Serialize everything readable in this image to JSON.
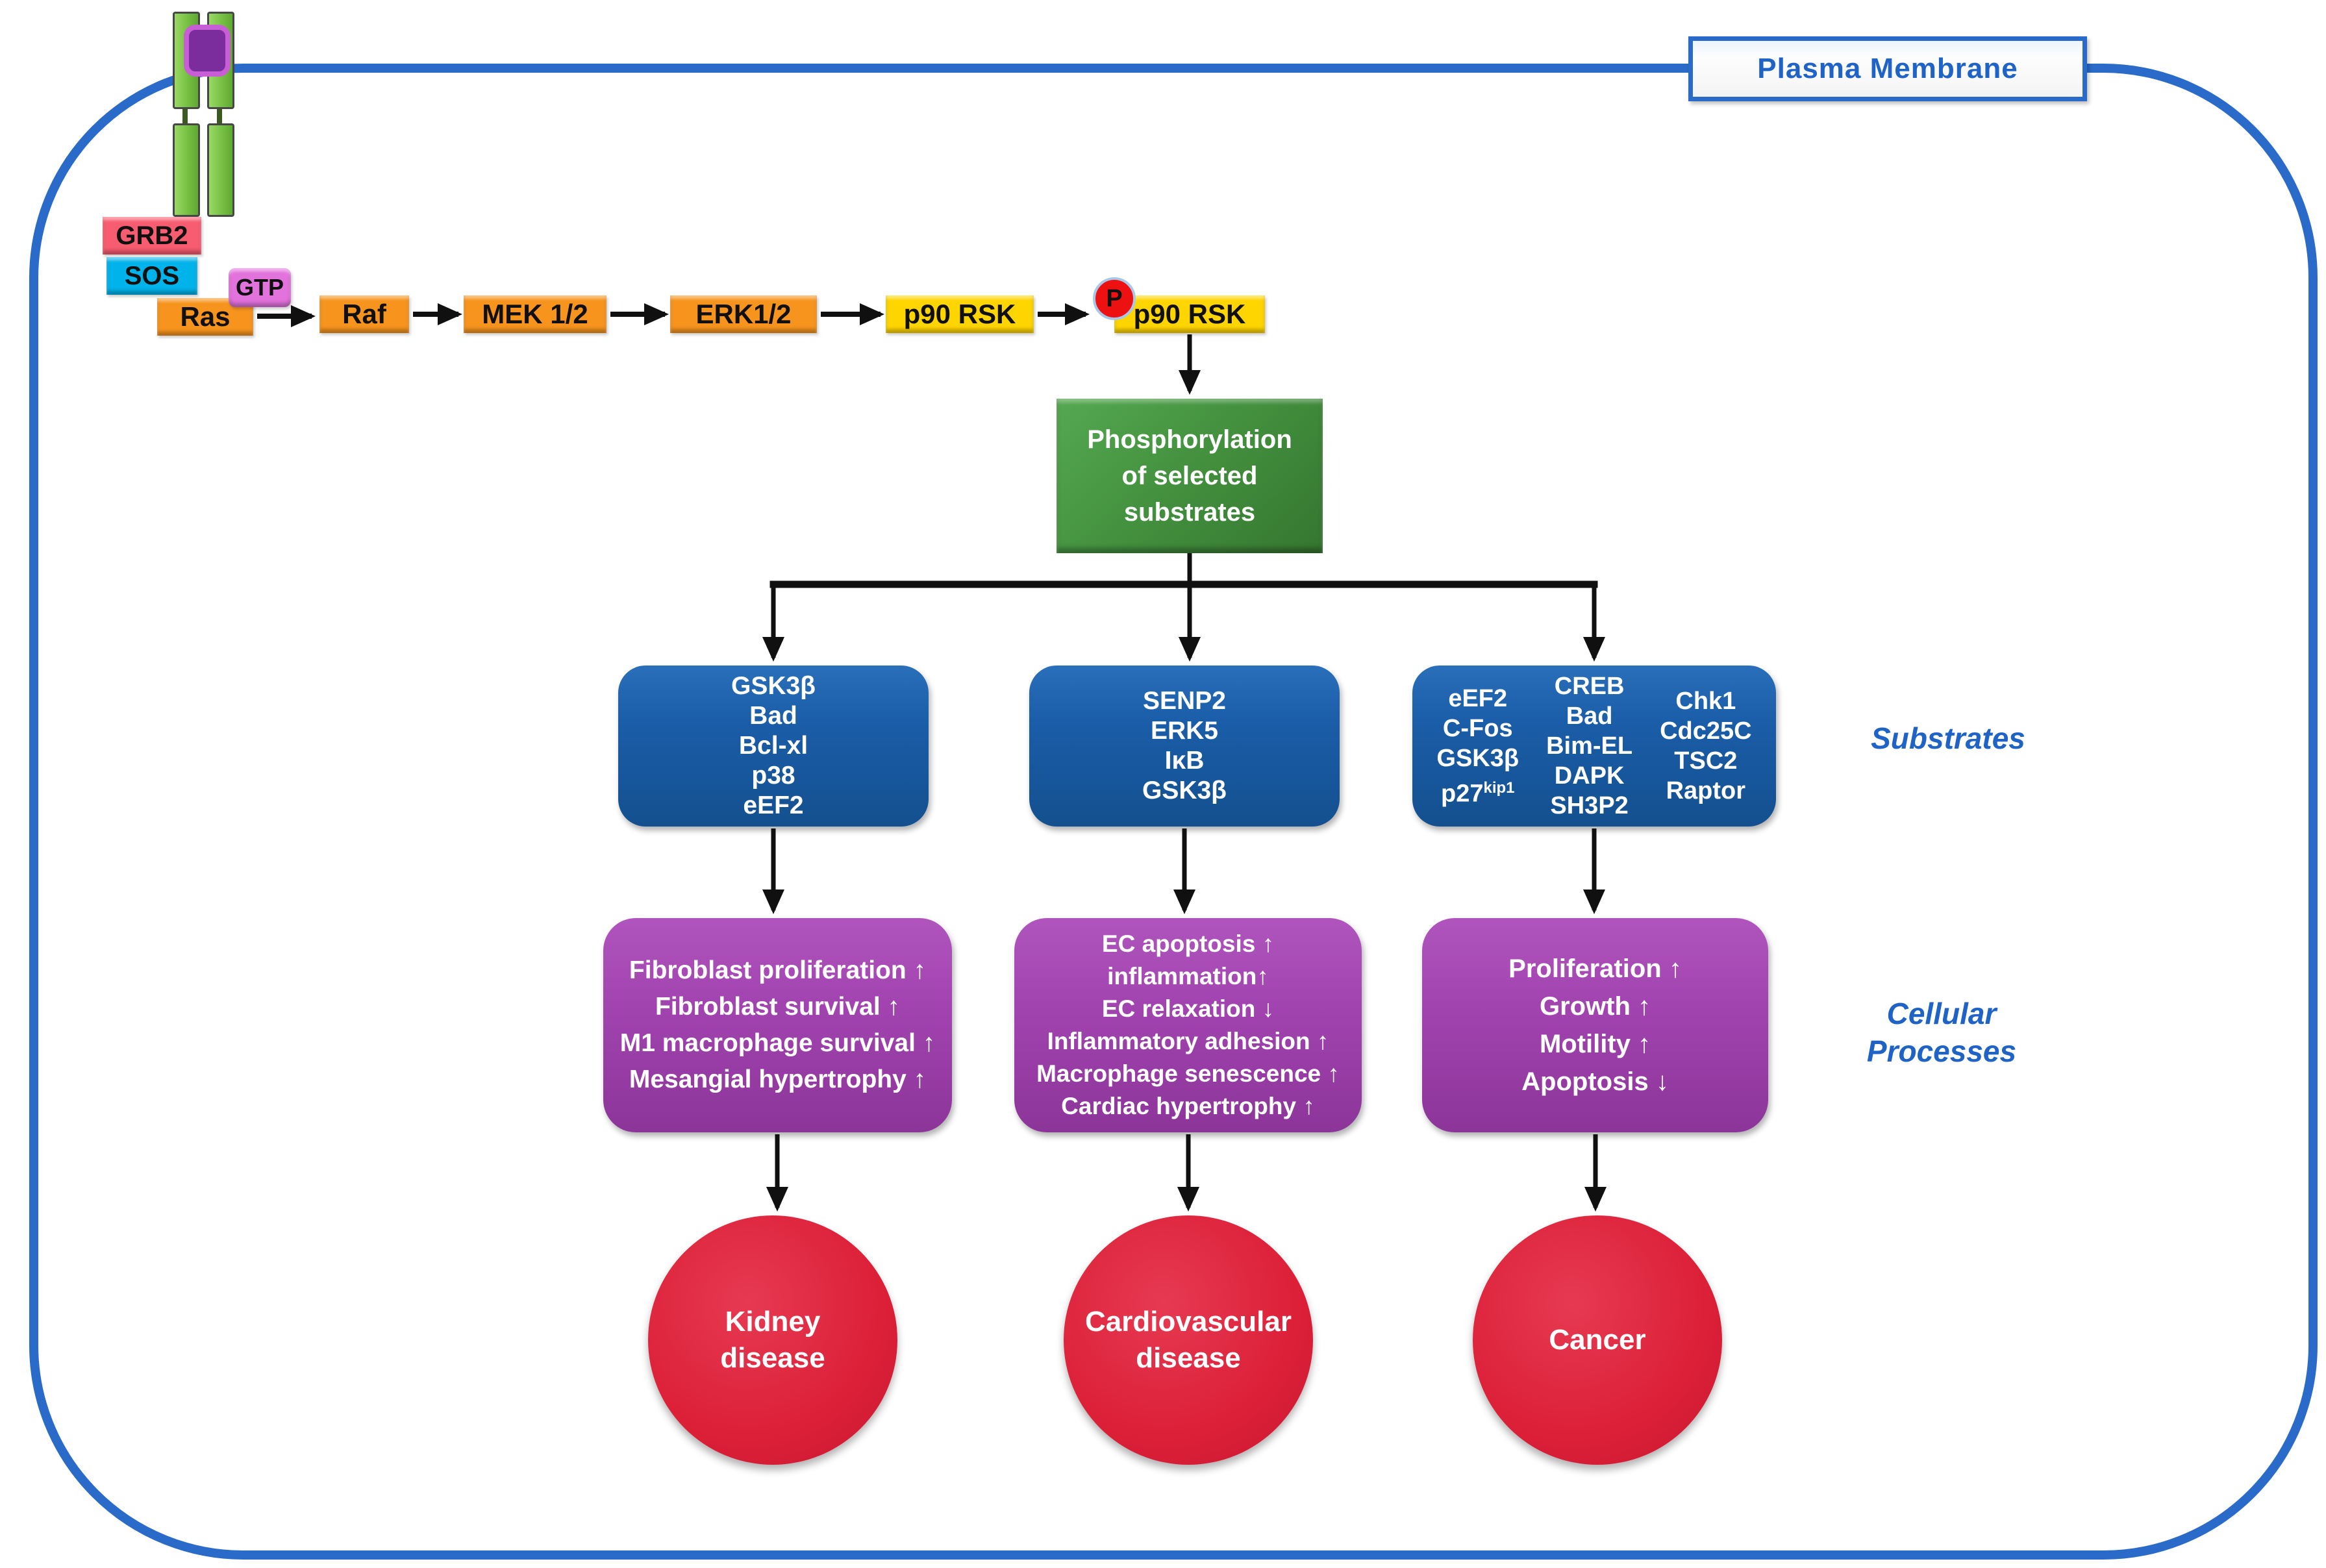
{
  "membrane": {
    "label": "Plasma Membrane"
  },
  "signaling": {
    "adaptors": {
      "grb2": "GRB2",
      "sos": "SOS",
      "gtp": "GTP"
    },
    "cascade": [
      "Ras",
      "Raf",
      "MEK 1/2",
      "ERK1/2",
      "p90 RSK"
    ],
    "phospho": {
      "badge": "P",
      "label": "p90 RSK"
    },
    "effect_box": {
      "line1": "Phosphorylation",
      "line2": "of selected",
      "line3": "substrates"
    }
  },
  "substrates": {
    "section_label": "Substrates",
    "box1": {
      "items": [
        "GSK3β",
        "Bad",
        "Bcl-xl",
        "p38",
        "eEF2"
      ]
    },
    "box2": {
      "items": [
        "SENP2",
        "ERK5",
        "IκB",
        "GSK3β"
      ]
    },
    "box3": {
      "col1": {
        "items": [
          "eEF2",
          "C-Fos",
          "GSK3β"
        ],
        "special": {
          "base": "p27",
          "sup": "kip1"
        }
      },
      "col2": {
        "items": [
          "CREB",
          "Bad",
          "Bim-EL",
          "DAPK",
          "SH3P2"
        ]
      },
      "col3": {
        "items": [
          "Chk1",
          "Cdc25C",
          "TSC2",
          "Raptor"
        ]
      }
    }
  },
  "processes": {
    "section_label": {
      "line1": "Cellular",
      "line2": "Processes"
    },
    "box1": {
      "items": [
        "Fibroblast proliferation ↑",
        "Fibroblast survival ↑",
        "M1 macrophage survival ↑",
        "Mesangial hypertrophy ↑"
      ]
    },
    "box2": {
      "items": [
        "EC apoptosis ↑",
        "inflammation↑",
        "EC relaxation ↓",
        "Inflammatory adhesion ↑",
        "Macrophage senescence ↑",
        "Cardiac hypertrophy ↑"
      ]
    },
    "box3": {
      "items": [
        "Proliferation ↑",
        "Growth ↑",
        "Motility ↑",
        "Apoptosis ↓"
      ]
    }
  },
  "diseases": {
    "kidney": {
      "line1": "Kidney",
      "line2": "disease"
    },
    "cardiovascular": {
      "line1": "Cardiovascular",
      "line2": "disease"
    },
    "cancer": {
      "line1": "Cancer"
    }
  },
  "colors": {
    "membrane_blue": "#2A6BC9",
    "label_blue": "#1E63C5",
    "receptor_green": "#76C043",
    "ligand_purple": "#7B2D9E",
    "grb2_pink": "#F85C70",
    "sos_cyan": "#00B3EA",
    "gtp_orchid": "#E272DC",
    "cascade_orange": "#F7941E",
    "rsk_yellow": "#FFD500",
    "phospho_red": "#EE1111",
    "effect_green": "#44923F",
    "substrate_blue": "#1A5DA8",
    "process_purple": "#A244B0",
    "disease_red": "#DC2038"
  }
}
